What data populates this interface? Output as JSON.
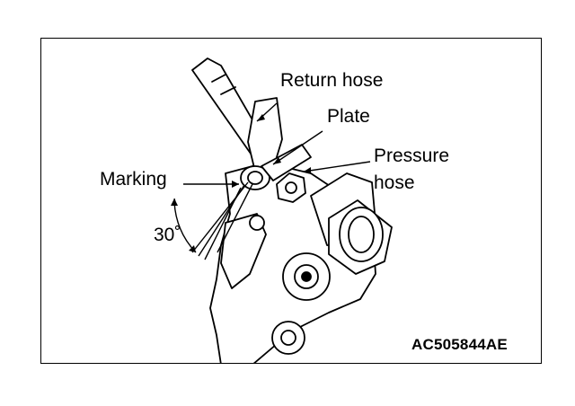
{
  "labels": {
    "return_hose": "Return hose",
    "plate": "Plate",
    "pressure_line1": "Pressure",
    "pressure_line2": "hose",
    "marking": "Marking",
    "angle": "30˚"
  },
  "figure_code": "AC505844AE",
  "colors": {
    "ink": "#000000",
    "paper": "#ffffff"
  }
}
